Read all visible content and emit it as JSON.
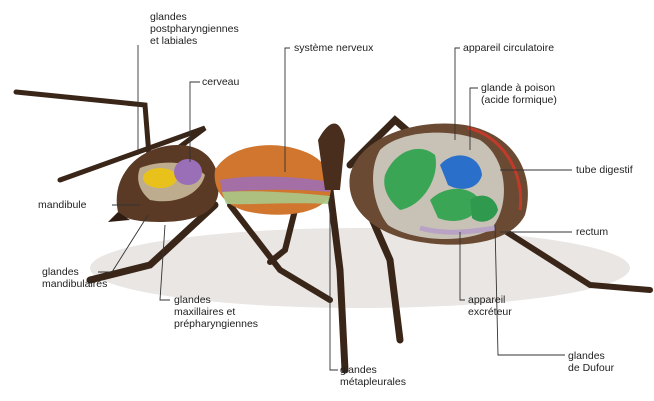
{
  "labels": {
    "glandes_postpharyngiennes": [
      "glandes",
      "postpharyngiennes",
      "et labiales"
    ],
    "cerveau": [
      "cerveau"
    ],
    "systeme_nerveux": [
      "système nerveux"
    ],
    "appareil_circulatoire": [
      "appareil circulatoire"
    ],
    "glande_a_poison": [
      "glande à poison",
      "(acide formique)"
    ],
    "tube_digestif": [
      "tube digestif"
    ],
    "mandibule": [
      "mandibule"
    ],
    "rectum": [
      "rectum"
    ],
    "glandes_mandibulaires": [
      "glandes",
      "mandibulaires"
    ],
    "glandes_maxillaires": [
      "glandes",
      "maxillaires et",
      "prépharyngiennes"
    ],
    "appareil_excreteur": [
      "appareil",
      "excréteur"
    ],
    "glandes_metapleurales": [
      "glandes",
      "métapleurales"
    ],
    "glandes_de_dufour": [
      "glandes",
      "de Dufour"
    ]
  },
  "colors": {
    "cuticle": "#5a3a24",
    "cuticle_dark": "#2e1c12",
    "thorax_orange": "#d0762e",
    "nerve_purple": "#9b6fb8",
    "gland_yellow": "#e8c21a",
    "digestive_green": "#3aa655",
    "poison_blue": "#2a6fc9",
    "circulatory_red": "#c23a2a",
    "leader_line": "#333333"
  }
}
